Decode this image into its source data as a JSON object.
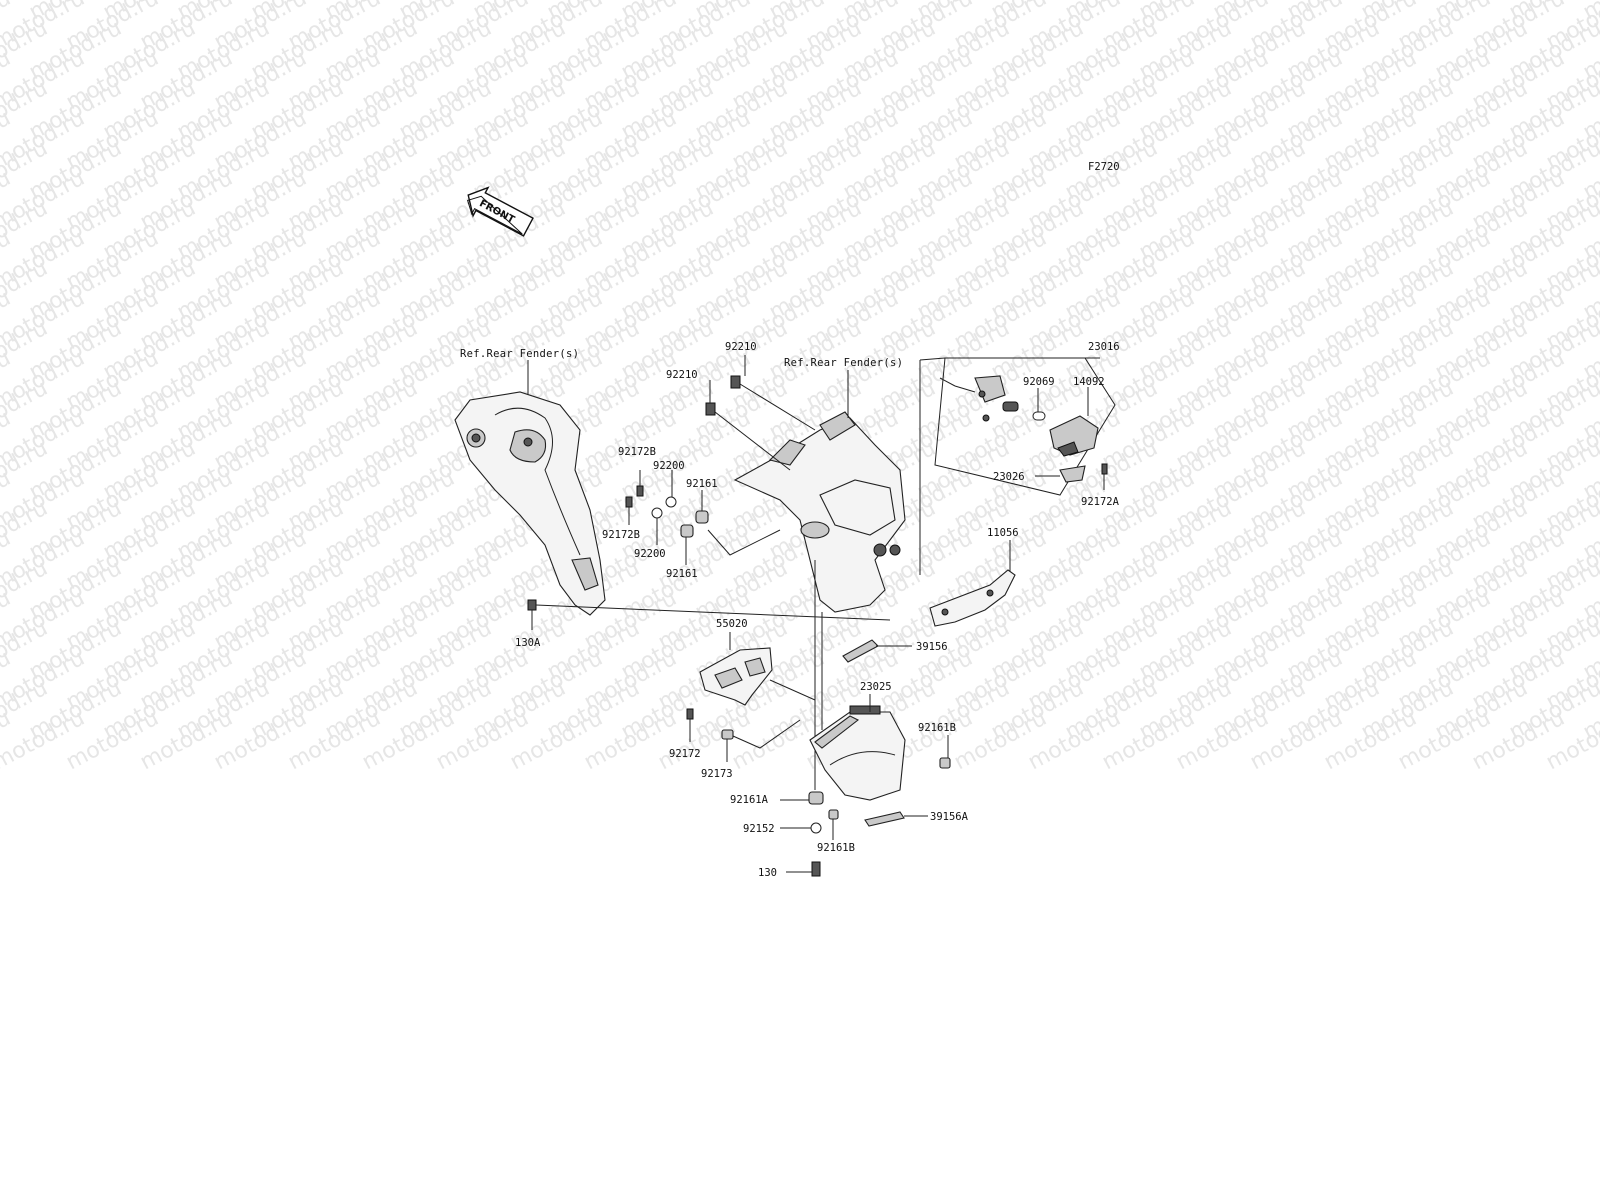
{
  "watermark": {
    "text": "motod.ru",
    "color": "#e4e4e4"
  },
  "figure_code": "F2720",
  "front_arrow": "FRONT",
  "refs": {
    "rear_fender_left": "Ref.Rear Fender(s)",
    "rear_fender_right": "Ref.Rear Fender(s)"
  },
  "labels": {
    "p92210_top": "92210",
    "p92210_left": "92210",
    "p23016": "23016",
    "p92069": "92069",
    "p14092": "14092",
    "p23026": "23026",
    "p92172A": "92172A",
    "p92172B_top": "92172B",
    "p92200_top": "92200",
    "p92161_top": "92161",
    "p92172B_bot": "92172B",
    "p92200_bot": "92200",
    "p92161_bot": "92161",
    "p11056": "11056",
    "p130A": "130A",
    "p55020": "55020",
    "p39156": "39156",
    "p23025": "23025",
    "p92161B_right": "92161B",
    "p92172": "92172",
    "p92173": "92173",
    "p92161A": "92161A",
    "p39156A": "39156A",
    "p92152": "92152",
    "p92161B_bot": "92161B",
    "p130": "130"
  }
}
